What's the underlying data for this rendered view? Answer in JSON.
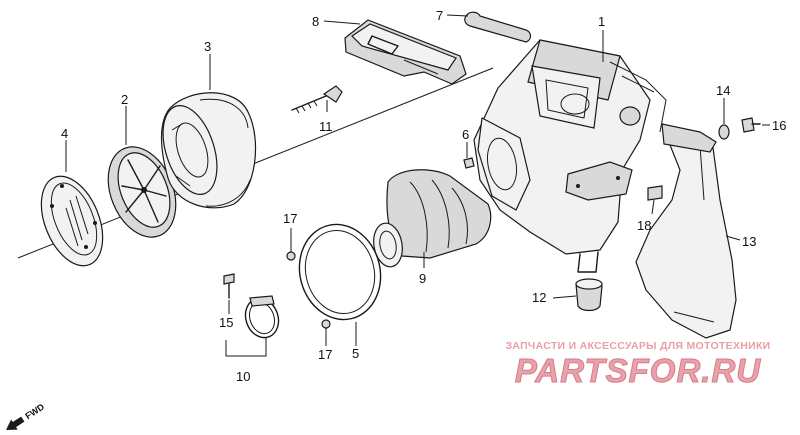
{
  "diagram": {
    "callouts": [
      "1",
      "2",
      "3",
      "4",
      "5",
      "6",
      "7",
      "8",
      "9",
      "10",
      "11",
      "12",
      "13",
      "14",
      "15",
      "16",
      "17",
      "17",
      "18"
    ],
    "direction_label": "FWD"
  },
  "watermark": {
    "tagline": "ЗАПЧАСТИ И АКСЕССУАРЫ ДЛЯ МОТОТЕХНИКИ",
    "brand": "PARTSFOR.RU"
  }
}
